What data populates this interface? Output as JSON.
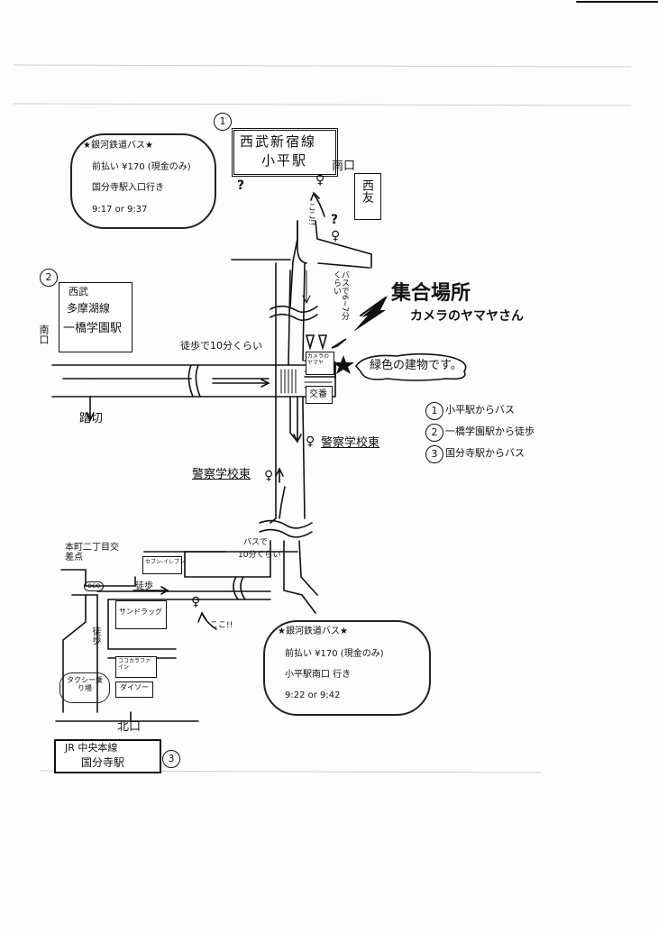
{
  "route1": {
    "number": "1",
    "station_line": "西武新宿線",
    "station_name": "小平駅",
    "exit": "南口",
    "bus_box": {
      "title": "★銀河鉄道バス★",
      "fare": "前払い ¥170 (現金のみ)",
      "destination": "国分寺駅入口行き",
      "times": "9:17  or  9:37"
    },
    "here_label": "ここ!!",
    "bus_duration": "バスで6~7分くらい",
    "seiyu": "西友"
  },
  "route2": {
    "number": "2",
    "station_line_a": "西武",
    "station_line_b": "多摩湖線",
    "station_name": "一橋学園駅",
    "exit": "南口",
    "walk": "徒歩で10分くらい",
    "crossing": "踏切"
  },
  "route3": {
    "number": "3",
    "station_line": "JR 中央本線",
    "station_name": "国分寺駅",
    "exit": "北口",
    "bus_box": {
      "title": "★銀河鉄道バス★",
      "fare": "前払い ¥170 (現金のみ)",
      "destination": "小平駅南口 行き",
      "times": "9:22  or  9:42"
    },
    "here_label": "ここ!!",
    "bus_duration_a": "バスで",
    "bus_duration_b": "10分くらい",
    "walk": "徒歩",
    "walk_vertical": "徒歩",
    "intersection": "本町二丁目交差点",
    "seven_eleven": "セブン-イレブン",
    "eco": "eco",
    "drug": "サンドラッグ",
    "kokokara": "ココカラファイン",
    "daiso": "ダイソー",
    "taxi": "タクシー乗り場"
  },
  "meeting": {
    "title": "集合場所",
    "subtitle": "カメラのヤマヤさん",
    "shop": "カメラのヤマヤ",
    "note": "緑色の建物です。",
    "koban": "交番"
  },
  "bus_stops": {
    "keisatsu_east_1": "警察学校東",
    "keisatsu_east_2": "警察学校東"
  },
  "legend": [
    {
      "num": "1",
      "text": "小平駅からバス"
    },
    {
      "num": "2",
      "text": "一橋学園駅から徒歩"
    },
    {
      "num": "3",
      "text": "国分寺駅からバス"
    }
  ]
}
